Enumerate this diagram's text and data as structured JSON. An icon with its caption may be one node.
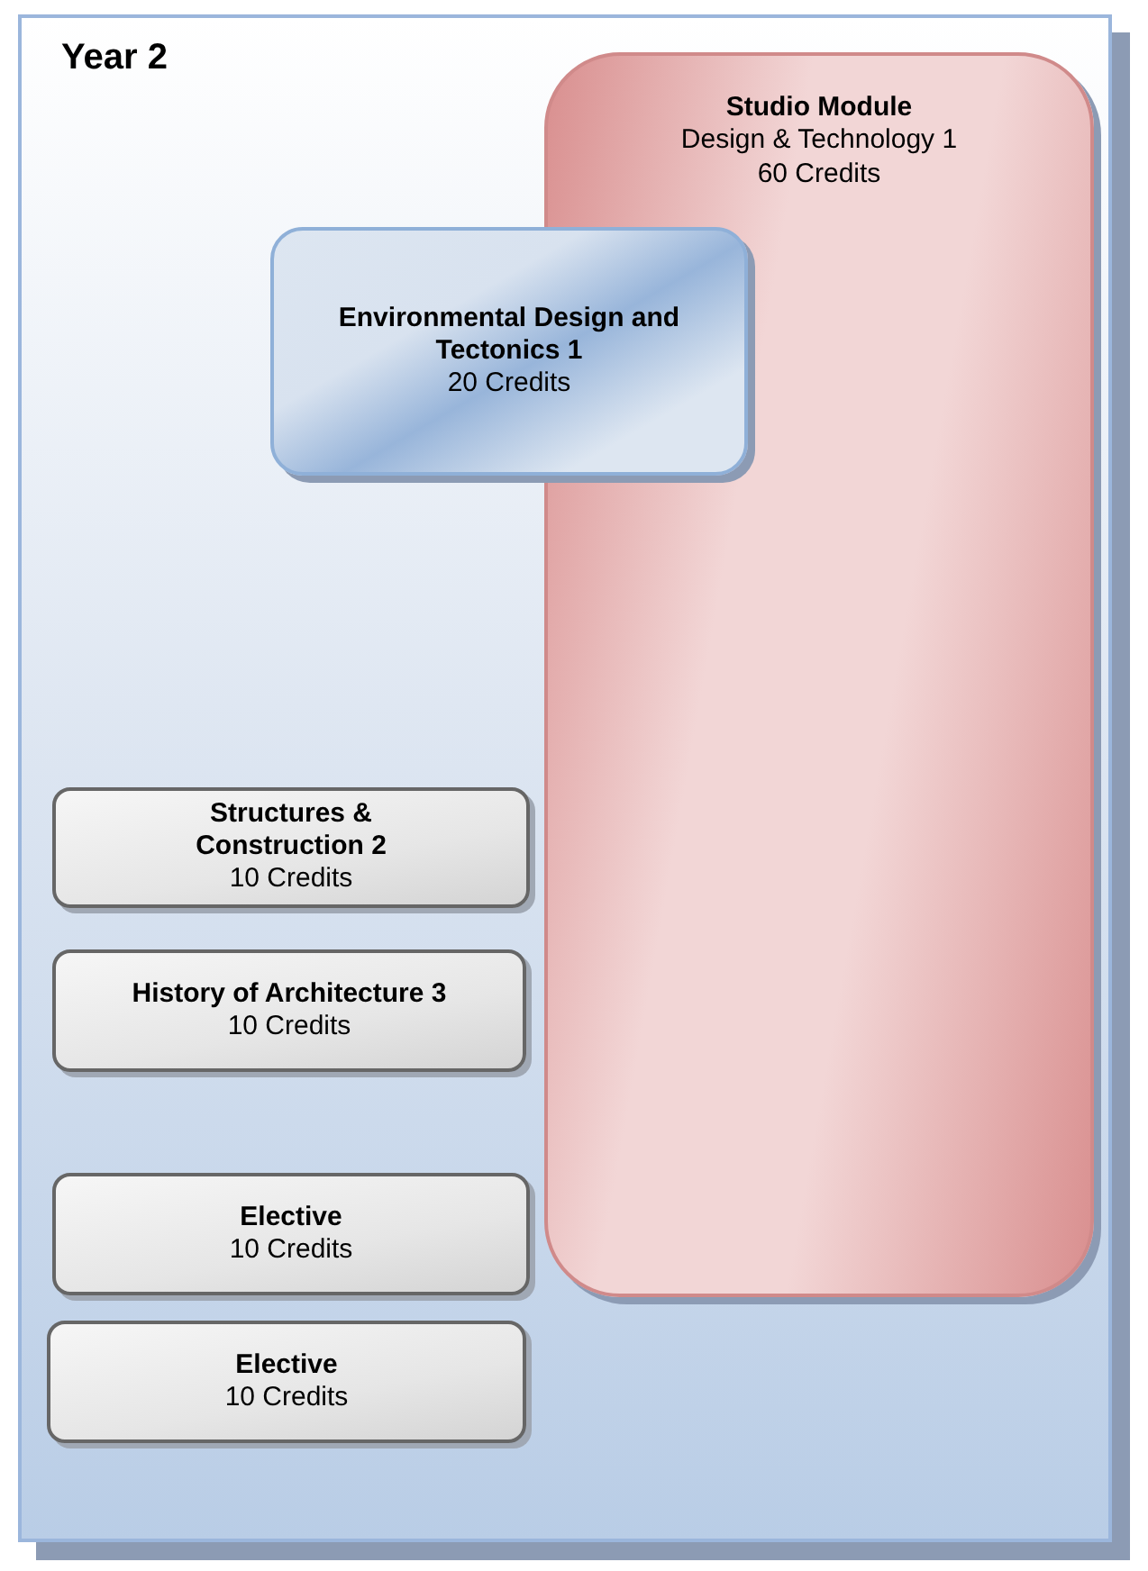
{
  "diagram": {
    "nodes": [
      {
        "text": [
          "Year 2"
        ]
      },
      {
        "text": [
          "Studio Module",
          "Design & Technology 1",
          "60 Credits"
        ],
        "in": 0
      },
      {
        "text": [
          "Environmental Design and Tectonics 1",
          "20 Credits"
        ],
        "in": 0
      },
      {
        "text": [
          "Structures & Construction 2",
          "10 Credits"
        ],
        "in": 0
      },
      {
        "text": [
          "History of Architecture 3",
          "10 Credits"
        ],
        "in": 0
      },
      {
        "text": [
          "Elective",
          "10 Credits"
        ],
        "in": 0
      },
      {
        "text": [
          "Elective",
          "10 Credits"
        ],
        "in": 0
      }
    ]
  }
}
